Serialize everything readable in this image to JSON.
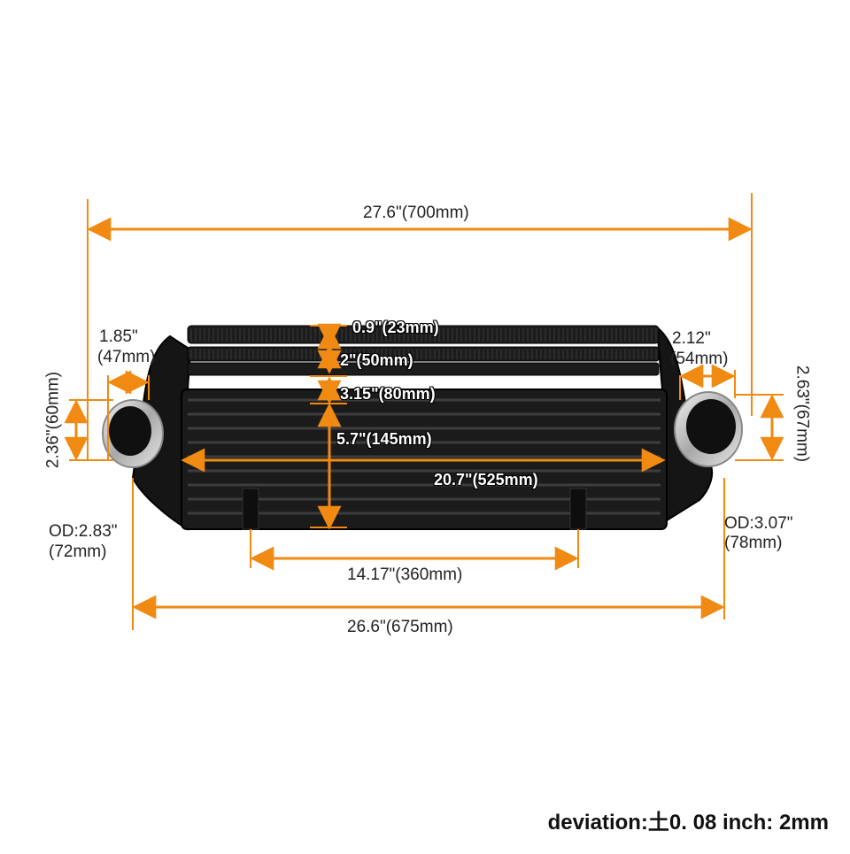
{
  "labels": {
    "overall_width": "27.6\"(700mm)",
    "core_top_width": "26.6\"(675mm)",
    "bracket_spacing": "14.17\"(360mm)",
    "core_width": "20.7\"(525mm)",
    "core_height": "5.7\"(145mm)",
    "top_tank_a": "0.9\"(23mm)",
    "top_tank_b": "2\"(50mm)",
    "top_tank_c": "3.15\"(80mm)",
    "left_inlet_len": "1.85\"",
    "left_inlet_len_mm": "(47mm)",
    "right_inlet_len": "2.12\"",
    "right_inlet_len_mm": "(54mm)",
    "left_od": "OD:2.83\"",
    "left_od_mm": "(72mm)",
    "right_od": "OD:3.07\"",
    "right_od_mm": "(78mm)",
    "left_height": "2.36\"(60mm)",
    "right_height": "2.63\"(67mm)"
  },
  "footnote": "deviation:土0. 08 inch: 2mm",
  "colors": {
    "dimension_line": "#f08a12",
    "core": "#1b1b1b",
    "fin_line": "#3a3a3a",
    "pipe": "#c9c9c9"
  }
}
